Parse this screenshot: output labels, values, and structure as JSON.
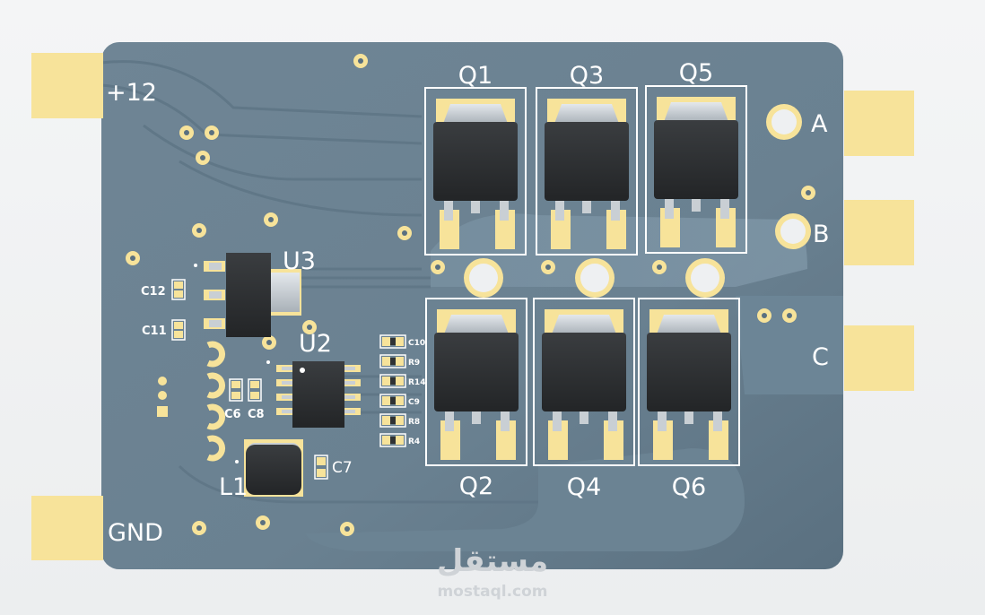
{
  "board": {
    "colors": {
      "substrate": "#5d7484",
      "copper_pour": "#7d95a5",
      "trace": "#6e8797",
      "pad": "#f7e39a",
      "silkscreen": "#ffffff",
      "package": "#2f3234",
      "tab": "#c9cfd4"
    },
    "terminals": {
      "power": "+12",
      "ground": "GND",
      "phase_a": "A",
      "phase_b": "B",
      "phase_c": "C"
    },
    "mosfets": [
      "Q1",
      "Q3",
      "Q5",
      "Q2",
      "Q4",
      "Q6"
    ],
    "ics": {
      "regulator": "U3",
      "driver": "U2",
      "inductor": "L1"
    },
    "caps_left": {
      "c12": "C12",
      "c11": "C11",
      "c6": "C6",
      "c8": "C8",
      "c7": "C7"
    },
    "passives_right": [
      "C10",
      "R9",
      "R14",
      "C9",
      "R8",
      "R4"
    ]
  },
  "watermark": {
    "brand_arabic": "مستقل",
    "url": "mostaql.com"
  }
}
